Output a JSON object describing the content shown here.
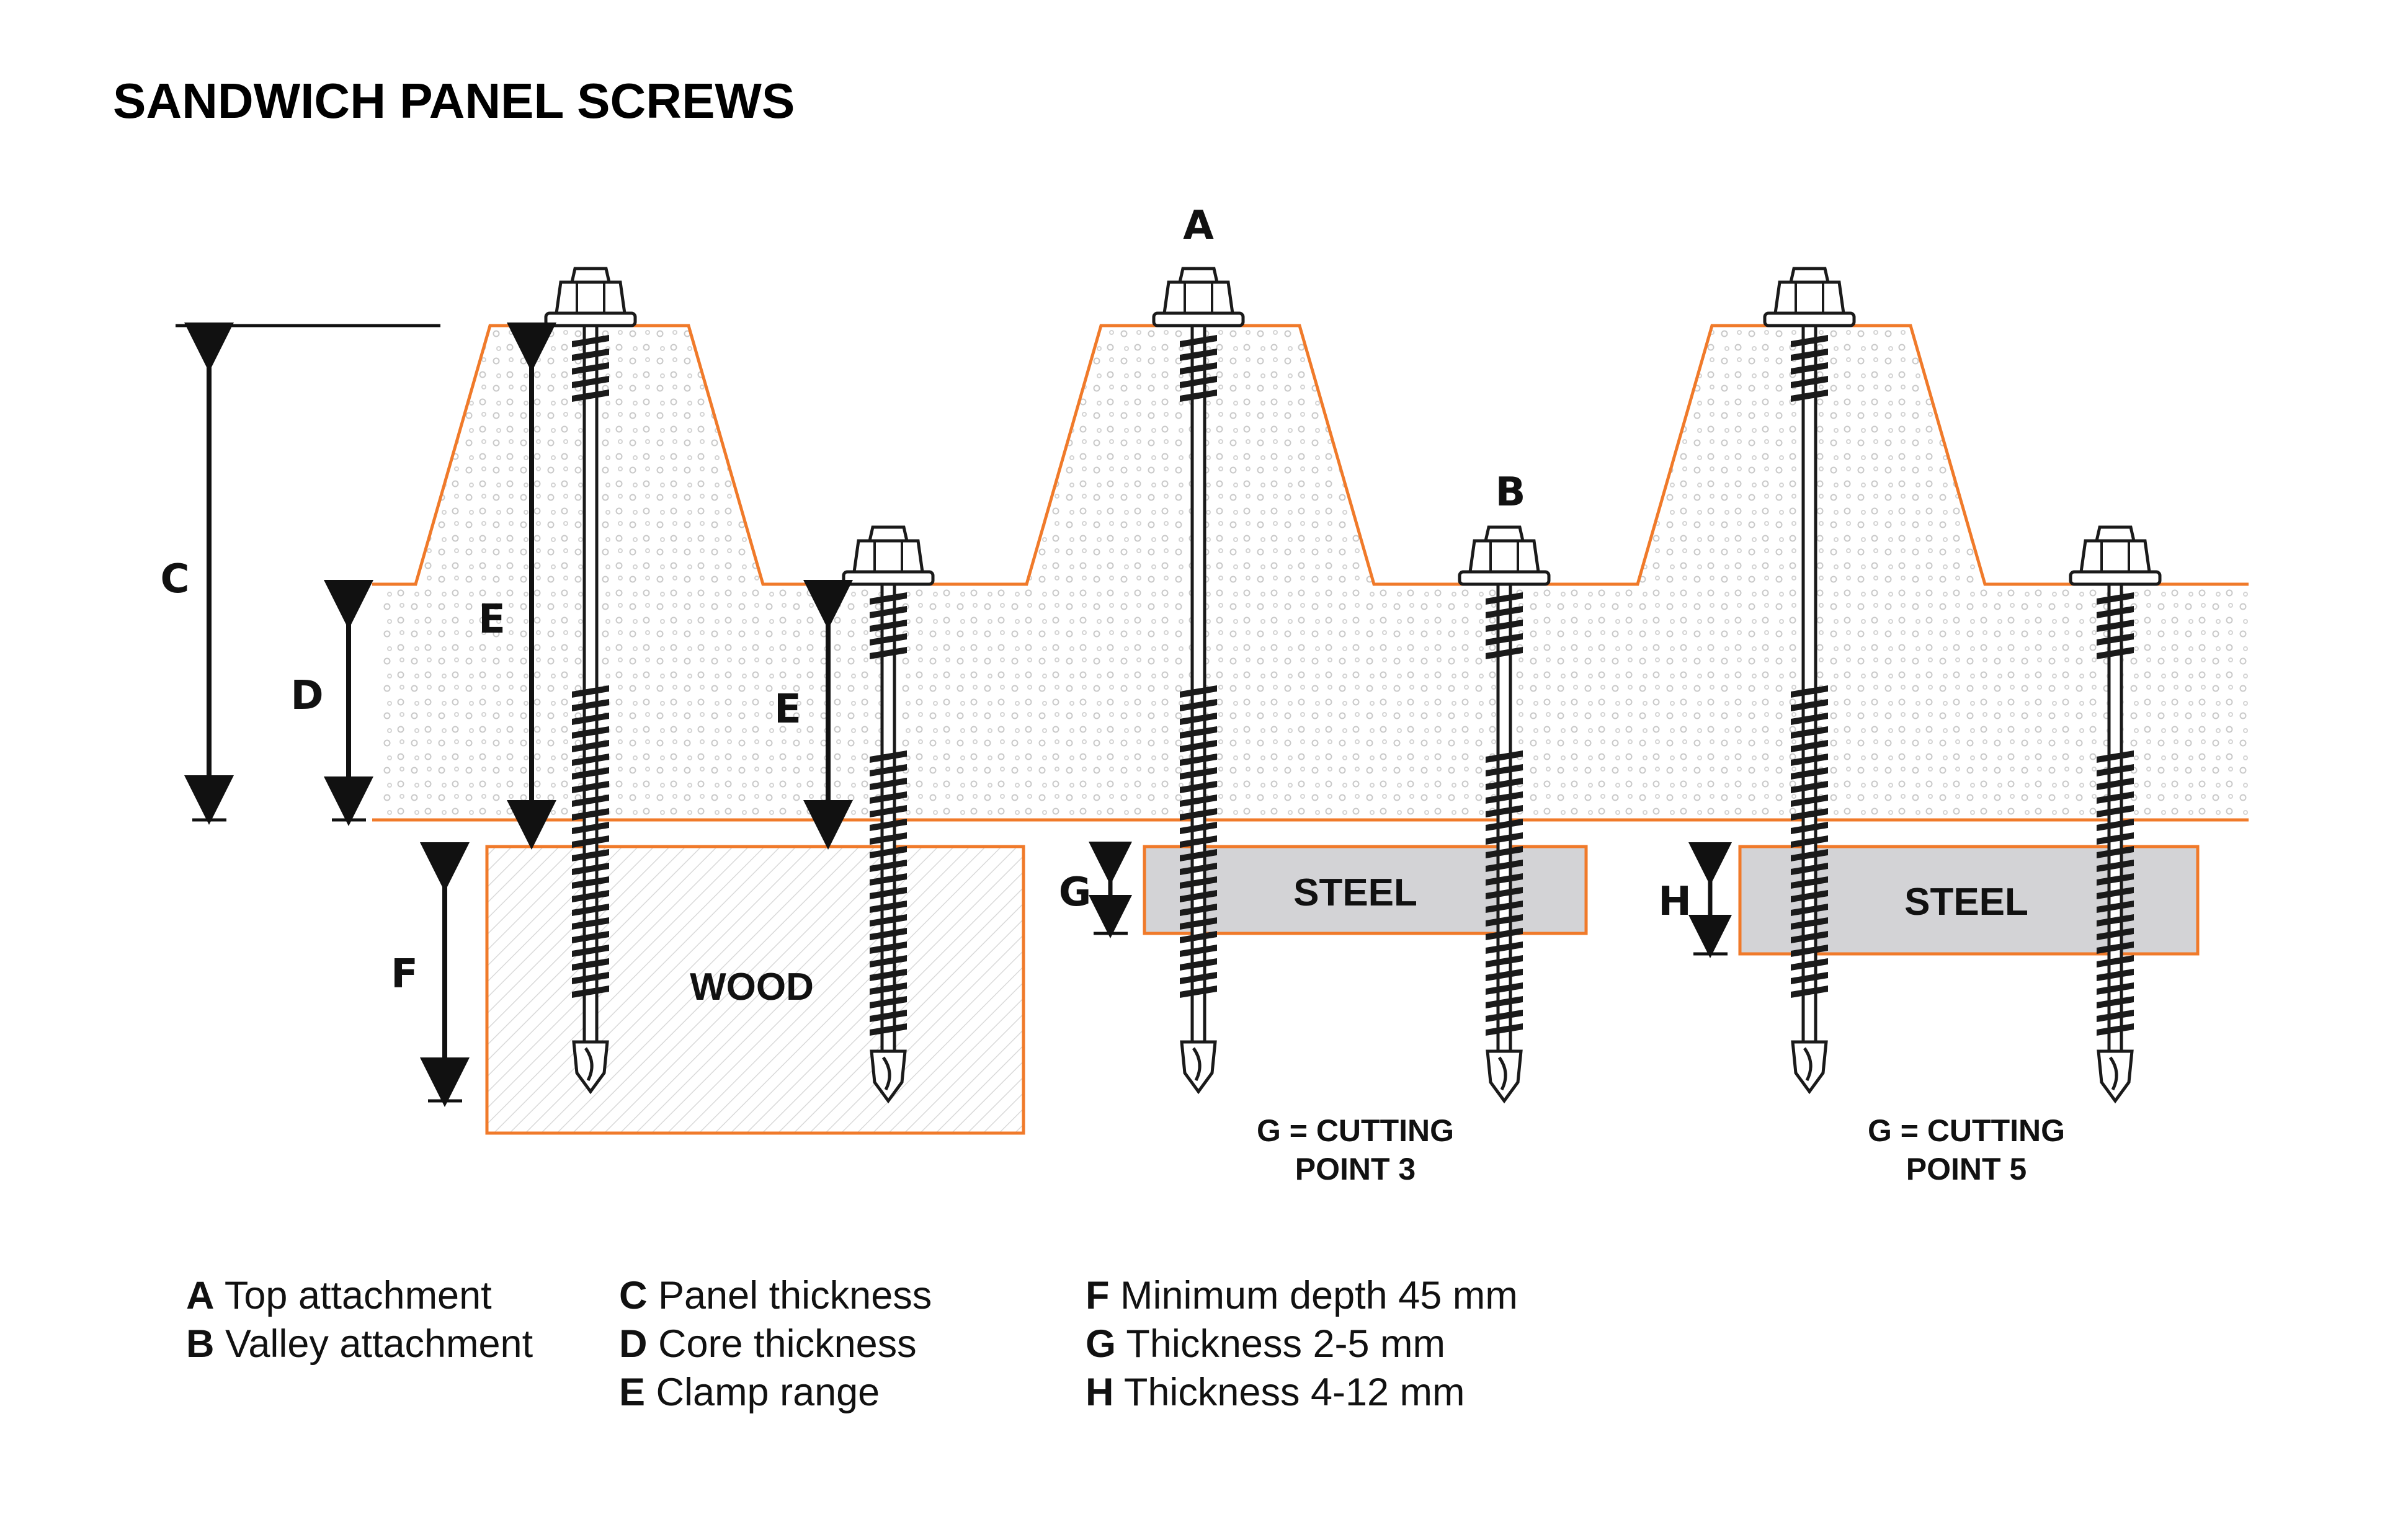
{
  "title": "SANDWICH PANEL SCREWS",
  "labels": {
    "A": "A",
    "B": "B",
    "C": "C",
    "D": "D",
    "E1": "E",
    "E2": "E",
    "F": "F",
    "G": "G",
    "H": "H"
  },
  "materials": {
    "wood": "WOOD",
    "steel1": "STEEL",
    "steel2": "STEEL"
  },
  "notes": {
    "cp3_line1": "G = CUTTING",
    "cp3_line2": "POINT 3",
    "cp5_line1": "G = CUTTING",
    "cp5_line2": "POINT 5"
  },
  "legend": [
    [
      {
        "key": "A",
        "text": " Top attachment"
      },
      {
        "key": "B",
        "text": " Valley attachment"
      }
    ],
    [
      {
        "key": "C",
        "text": " Panel thickness"
      },
      {
        "key": "D",
        "text": " Core thickness"
      },
      {
        "key": "E",
        "text": " Clamp range"
      }
    ],
    [
      {
        "key": "F",
        "text": " Minimum depth 45 mm"
      },
      {
        "key": "G",
        "text": " Thickness 2-5 mm"
      },
      {
        "key": "H",
        "text": " Thickness 4-12 mm"
      }
    ]
  ],
  "colors": {
    "accent": "#f07a2a",
    "steel_fill": "#d3d3d6",
    "ink": "#1a1a1a",
    "foam_dot": "#c9c9c9"
  },
  "icons": {
    "screw": "self-drilling-hex-screw-icon",
    "arrow": "dimension-arrow-icon"
  }
}
